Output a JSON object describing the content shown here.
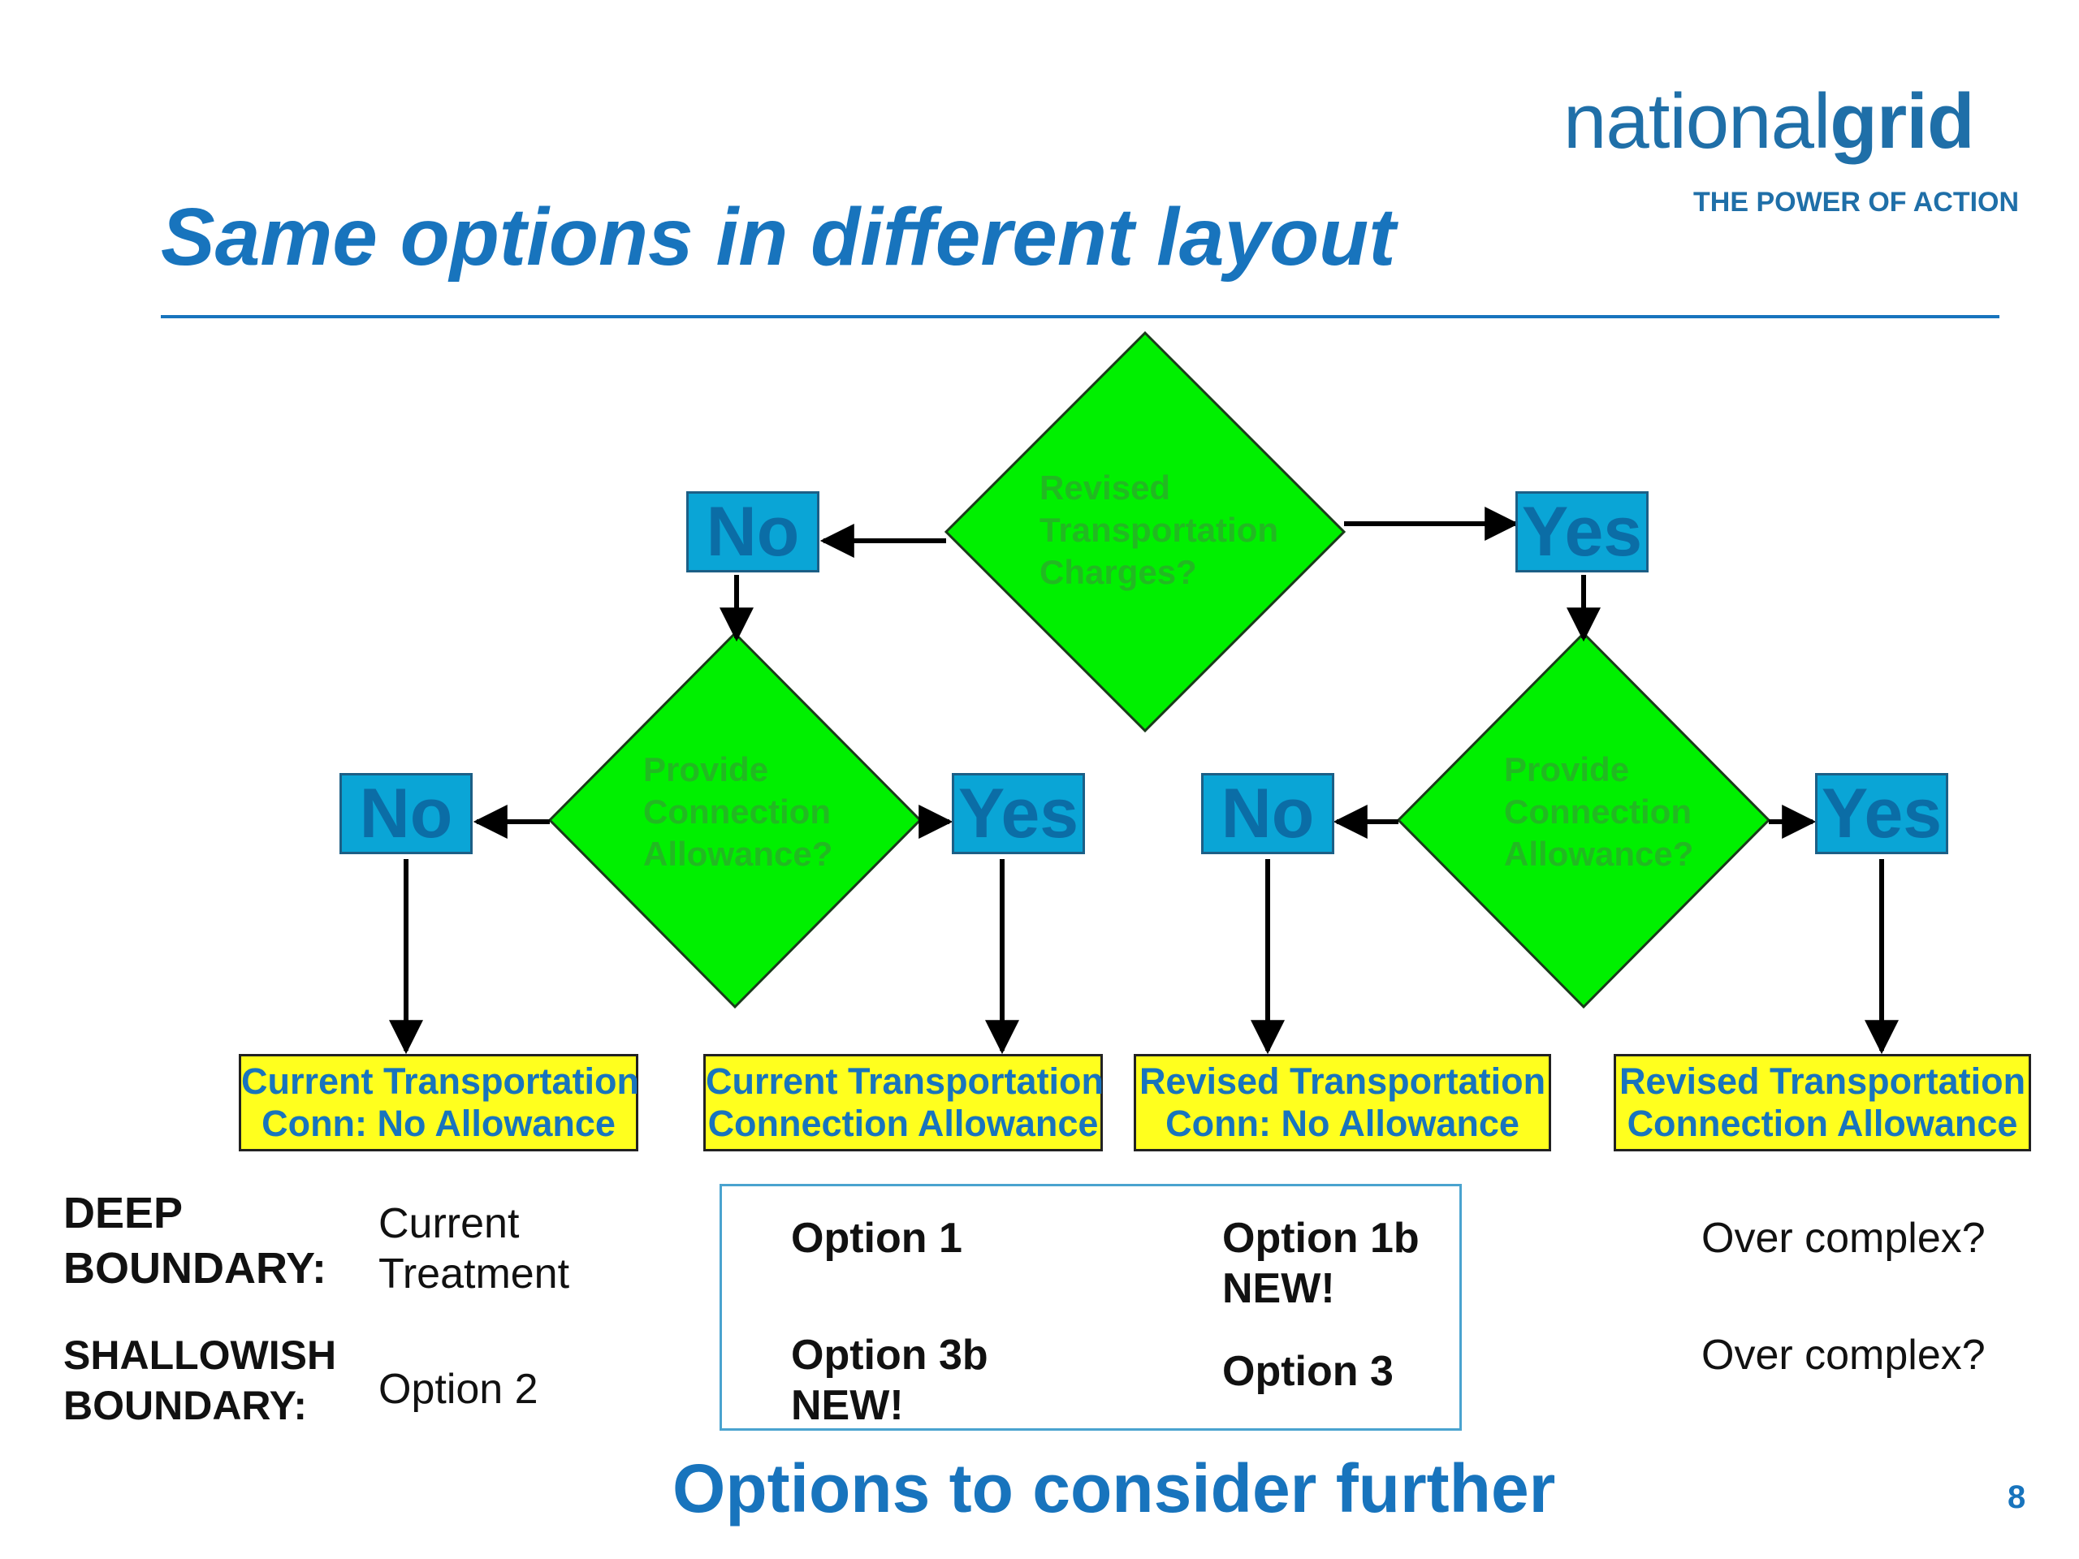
{
  "logo": {
    "word_light": "national",
    "word_bold": "grid",
    "tagline": "THE POWER OF ACTION"
  },
  "title": "Same options in different layout",
  "diagram": {
    "decisions": {
      "top": [
        "Revised",
        "Transportation",
        "Charges?"
      ],
      "left": [
        "Provide",
        "Connection",
        "Allowance?"
      ],
      "right": [
        "Provide",
        "Connection",
        "Allowance?"
      ]
    },
    "answers": {
      "top_no": "No",
      "top_yes": "Yes",
      "left_no": "No",
      "left_yes": "Yes",
      "right_no": "No",
      "right_yes": "Yes"
    },
    "outcomes": [
      [
        "Current Transportation",
        "Conn: No Allowance"
      ],
      [
        "Current Transportation",
        "Connection Allowance"
      ],
      [
        "Revised Transportation",
        "Conn: No Allowance"
      ],
      [
        "Revised Transportation",
        "Connection Allowance"
      ]
    ]
  },
  "rows": {
    "deep": {
      "label": [
        "DEEP",
        "BOUNDARY:"
      ],
      "value": [
        "Current",
        "Treatment"
      ]
    },
    "shallow": {
      "label": [
        "SHALLOWISH",
        "BOUNDARY:"
      ],
      "value": "Option 2"
    }
  },
  "options": {
    "opt1": "Option 1",
    "opt1b": [
      "Option 1b",
      "NEW!"
    ],
    "opt3b": [
      "Option 3b",
      "NEW!"
    ],
    "opt3": "Option 3"
  },
  "complex": {
    "row1": "Over complex?",
    "row2": "Over complex?"
  },
  "footer": "Options to consider further",
  "page_number": "8"
}
